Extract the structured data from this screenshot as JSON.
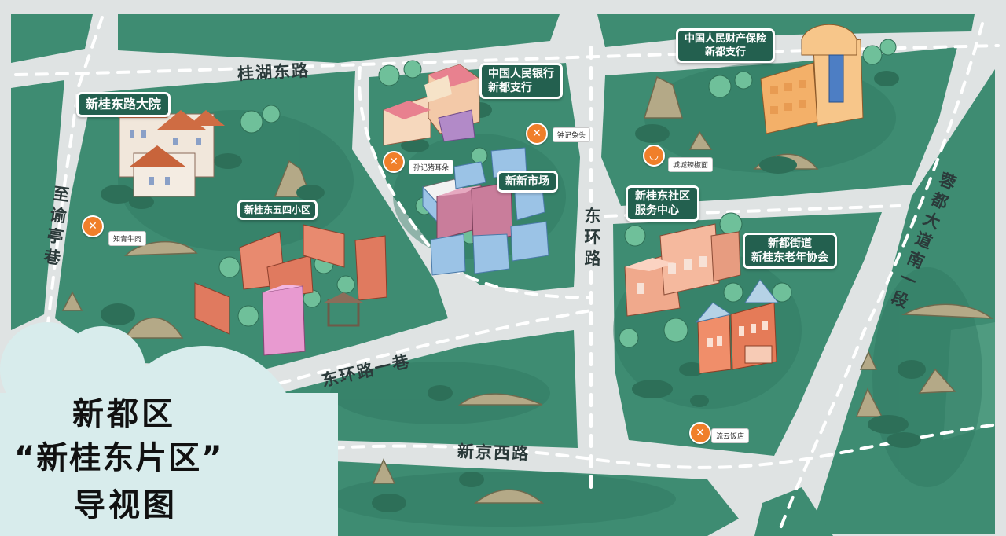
{
  "title": {
    "line1": "新都区",
    "line2": "“新桂东片区”",
    "line3": "导视图"
  },
  "roads": {
    "guihu_east": "桂湖东路",
    "dongling_yi": "东环路一巷",
    "xinjing_west": "新京西路",
    "donghuan": "东环路",
    "zhiyu": "至谕亭巷",
    "rongdu": "蓉都大道南一段"
  },
  "labels": {
    "xinguidong_courtyard": "新桂东路大院",
    "wusi_community": "新桂东五四小区",
    "pboc_line1": "中国人民银行",
    "pboc_line2": "新都支行",
    "picc_line1": "中国人民财产保险",
    "picc_line2": "新都支行",
    "xinxin_market": "新新市场",
    "service_line1": "新桂东社区",
    "service_line2": "服务中心",
    "street_line1": "新都街道",
    "street_line2": "新桂东老年协会"
  },
  "shops": {
    "zhiqing_beef": "知青牛肉",
    "sun_mushroom": "孙记猪耳朵",
    "zhong_rabbit": "钟记兔头",
    "chengcheng_noodle": "城城辣椒面",
    "liuyun_restaurant": "流云饭店"
  },
  "icons": {
    "food": "fork-knife-icon",
    "bowl": "bowl-icon"
  },
  "colors": {
    "block_green": "#3a8a70",
    "road": "#d9dcdc",
    "label_bg": "#23604f",
    "pin": "#f07f2a",
    "cloud": "#d8ecec"
  }
}
